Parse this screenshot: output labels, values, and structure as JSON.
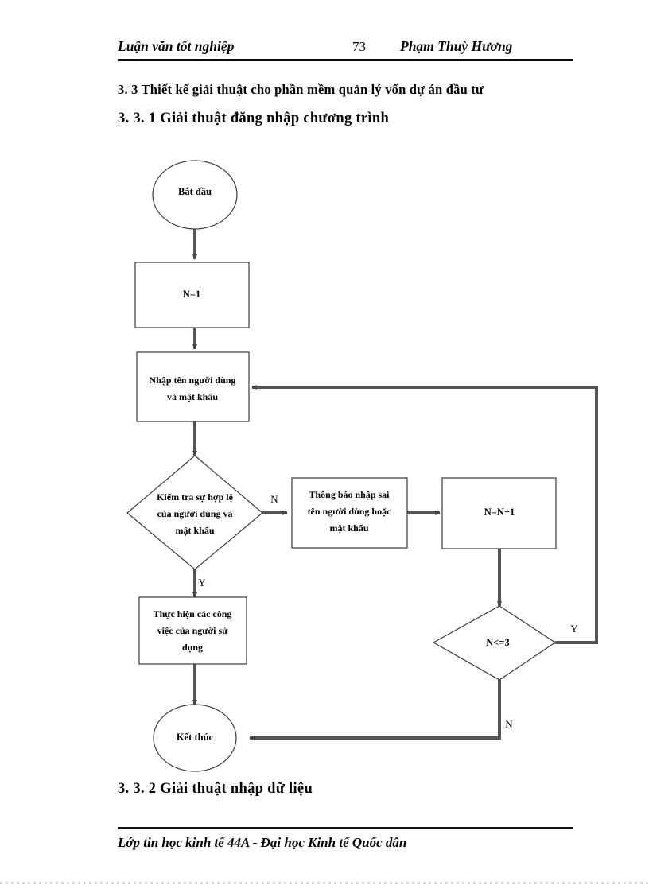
{
  "document": {
    "header": {
      "left_title": "Luận văn tốt nghiệp",
      "page_number": "73",
      "author": "Phạm Thuỳ Hương"
    },
    "headings": {
      "section_3_3": "3. 3 Thiết kế giải thuật cho phần mềm quản lý vốn dự án đầu tư",
      "section_3_3_1": "3. 3. 1 Giải thuật đăng nhập chương trình",
      "section_3_3_2": "3. 3. 2 Giải thuật nhập dữ liệu"
    },
    "footer": {
      "text": "Lớp tin học kinh tế 44A - Đại học Kinh tế Quốc dân"
    }
  },
  "flowchart": {
    "title": "Giải thuật đăng nhập chương trình",
    "nodes": {
      "start": {
        "type": "terminator",
        "label": "Bắt đầu"
      },
      "init": {
        "type": "process",
        "label": "N=1"
      },
      "input": {
        "type": "process",
        "label_line1": "Nhập tên người dùng",
        "label_line2": "và mật khẩu"
      },
      "check": {
        "type": "decision",
        "label_line1": "Kiểm tra sự hợp lệ",
        "label_line2": "của người dùng và",
        "label_line3": "mật khẩu"
      },
      "error": {
        "type": "process",
        "label_line1": "Thông báo nhập sai",
        "label_line2": "tên người dùng hoặc",
        "label_line3": "mật khẩu"
      },
      "increment": {
        "type": "process",
        "label": "N=N+1"
      },
      "work": {
        "type": "process",
        "label_line1": "Thực hiện các công",
        "label_line2": "việc của người sử",
        "label_line3": "dụng"
      },
      "retry": {
        "type": "decision",
        "label": "N<=3"
      },
      "end": {
        "type": "terminator",
        "label": "Kết thúc"
      }
    },
    "branch_labels": {
      "check_no": "N",
      "check_yes": "Y",
      "retry_yes": "Y",
      "retry_no": "N"
    }
  },
  "colors": {
    "ink": "#000000",
    "shape_stroke": "#3a3a3a",
    "edge": "#555555",
    "paper": "#ffffff"
  }
}
